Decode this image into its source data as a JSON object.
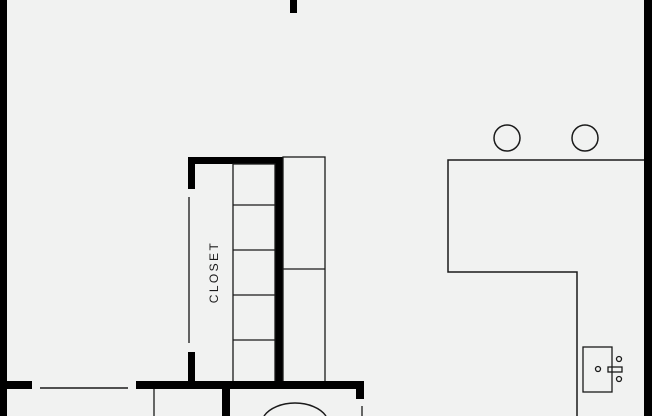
{
  "diagram": {
    "type": "floor-plan",
    "background_color": "#f1f2f1",
    "wall_color": "#000000",
    "line_color": "#1a1a1a",
    "labels": {
      "closet": "CLOSET"
    },
    "fixtures": {
      "cooktop_burners": 2,
      "closet_shelves_left_sections": 5,
      "closet_shelves_right_sections": 2,
      "sink": "bar-sink",
      "washer_dryer": "round-appliance"
    }
  }
}
